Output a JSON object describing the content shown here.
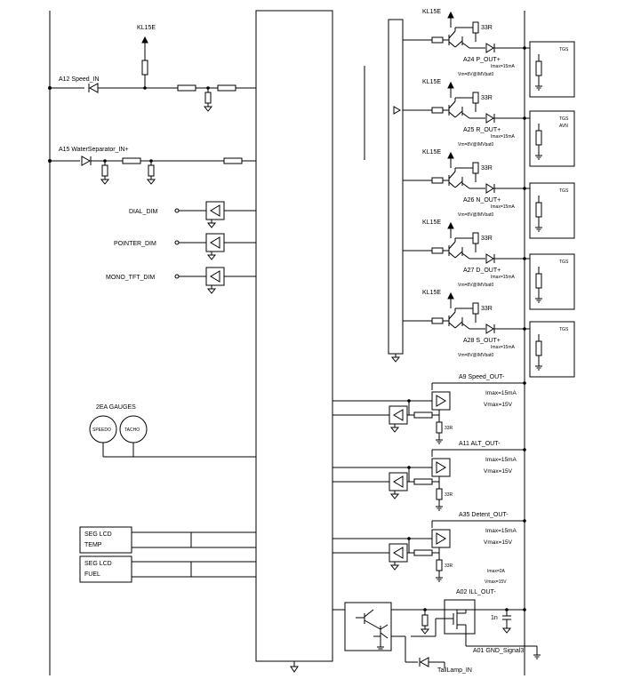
{
  "labels": {
    "kl15e_top": "KL15E",
    "a12": "A12 Speed_IN",
    "a15": "A15 WaterSeparator_IN+",
    "dial_dim": "DIAL_DIM",
    "pointer_dim": "POINTER_DIM",
    "mono_tft_dim": "MONO_TFT_DIM",
    "gauges_title": "2EA GAUGES",
    "speedo": "SPEEDO",
    "tacho": "TACHO",
    "seg_lcd_temp_1": "SEG LCD",
    "seg_lcd_temp_2": "TEMP",
    "seg_lcd_fuel_1": "SEG LCD",
    "seg_lcd_fuel_2": "FUEL",
    "taillamp": "TailLamp_IN"
  },
  "outputs": [
    {
      "kl15e": "KL15E",
      "res": "33R",
      "name": "A24 P_OUT+",
      "imax": "Imax=15mA",
      "vm": "Vm=8V@IMVbat0",
      "load": "TGS",
      "load2": ""
    },
    {
      "kl15e": "KL15E",
      "res": "33R",
      "name": "A25 R_OUT+",
      "imax": "Imax=15mA",
      "vm": "Vm=8V@IMVbat0",
      "load": "TGS",
      "load2": "AVN"
    },
    {
      "kl15e": "KL15E",
      "res": "33R",
      "name": "A26 N_OUT+",
      "imax": "Imax=15mA",
      "vm": "Vm=8V@IMVbat0",
      "load": "TGS",
      "load2": ""
    },
    {
      "kl15e": "KL15E",
      "res": "33R",
      "name": "A27 D_OUT+",
      "imax": "Imax=15mA",
      "vm": "Vm=8V@IMVbat0",
      "load": "TGS",
      "load2": ""
    },
    {
      "kl15e": "KL15E",
      "res": "33R",
      "name": "A28 S_OUT+",
      "imax": "Imax=15mA",
      "vm": "Vm=8V@IMVbat0",
      "load": "TGS",
      "load2": ""
    }
  ],
  "signal_outputs": [
    {
      "name": "A9 Speed_OUT-",
      "imax": "Imax=15mA",
      "vmax": "Vmax=15V",
      "res": "33R"
    },
    {
      "name": "A11 ALT_OUT-",
      "imax": "Imax=15mA",
      "vmax": "Vmax=15V",
      "res": "33R"
    },
    {
      "name": "A35 Detent_OUT-",
      "imax": "Imax=15mA",
      "vmax": "Vmax=15V",
      "res": "33R"
    }
  ],
  "ill_out": {
    "imax": "Imax=2A",
    "vmax": "Vmax=15V",
    "name": "A02 ILL_OUT-",
    "cap": "1n",
    "gnd": "A01 GND_Signal3"
  }
}
